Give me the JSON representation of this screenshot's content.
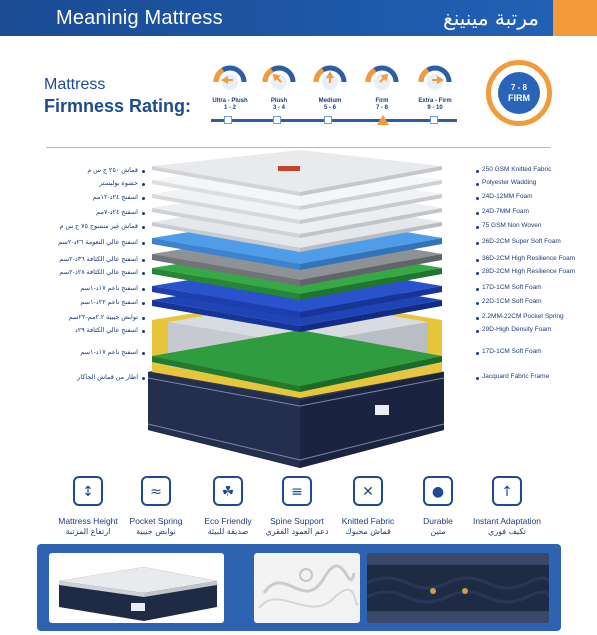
{
  "header": {
    "title": "Meaninig Mattress",
    "title_ar": "مرتبة مينينغ"
  },
  "firmness": {
    "title_line1": "Mattress",
    "title_line2": "Firmness Rating:",
    "scale": [
      {
        "name": "Ultra - Plush",
        "range": "1 - 2"
      },
      {
        "name": "Plush",
        "range": "3 - 4"
      },
      {
        "name": "Medium",
        "range": "5 - 6"
      },
      {
        "name": "Firm",
        "range": "7 - 8"
      },
      {
        "name": "Extra - Firm",
        "range": "9 - 10"
      }
    ],
    "selected_index": 3,
    "badge_value": "7 - 8",
    "badge_label": "FIRM"
  },
  "layers": [
    {
      "en": "250 GSM Knitted Fabric",
      "ar": "قماش ٢٥٠ ج س م"
    },
    {
      "en": "Polyester Wadding",
      "ar": "حشوة بوليستر"
    },
    {
      "en": "24D-12MM Foam",
      "ar": "اسفنج ٢٤د-١٢مم"
    },
    {
      "en": "24D-7MM Foam",
      "ar": "اسفنج ٢٤د-٧مم"
    },
    {
      "en": "75 GSM Non Woven",
      "ar": "قماش غير منسوج ٧٥ ج س م"
    },
    {
      "en": "26D-2CM Super Soft Foam",
      "ar": "اسفنج عالي النعومة ٢٦د-٢سم"
    },
    {
      "en": "36D-2CM High Resilience Foam",
      "ar": "اسفنج عالي الكثافة ٣٦د-٢سم"
    },
    {
      "en": "28D-2CM High Resilience Foam",
      "ar": "اسفنج عالي الكثافة ٢٨د-٢سم"
    },
    {
      "en": "17D-1CM Soft Foam",
      "ar": "اسفنج ناعم ١٧د-١سم"
    },
    {
      "en": "22D-1CM Soft Foam",
      "ar": "اسفنج ناعم ٢٢د-١سم"
    },
    {
      "en": "2.2MM-22CM Pocket Spring",
      "ar": "نوابض جيبية ٢.٢مم-٢٢سم"
    },
    {
      "en": "29D-High Density Foam",
      "ar": "اسفنج عالي الكثافة ٢٩د"
    },
    {
      "en": "17D-1CM Soft Foam",
      "ar": "اسفنج ناعم ١٧د-١سم"
    },
    {
      "en": "Jacquard Fabric Frame",
      "ar": "اطار من قماش الجاكار"
    }
  ],
  "features": [
    {
      "en": "Mattress Height",
      "ar": "ارتفاع المرتبة",
      "icon": "mattress-height-icon"
    },
    {
      "en": "Pocket Spring",
      "ar": "نوابض جيبية",
      "icon": "pocket-spring-icon"
    },
    {
      "en": "Eco Friendly",
      "ar": "صديقة للبيئة",
      "icon": "eco-friendly-icon"
    },
    {
      "en": "Spine Support",
      "ar": "دعم العمود الفقري",
      "icon": "spine-support-icon"
    },
    {
      "en": "Knitted Fabric",
      "ar": "قماش محبوك",
      "icon": "knitted-fabric-icon"
    },
    {
      "en": "Durable",
      "ar": "متين",
      "icon": "durable-icon"
    },
    {
      "en": "Instant Adaptation",
      "ar": "تكيف فوري",
      "icon": "instant-adaptation-icon"
    }
  ],
  "colors": {
    "brand_blue": "#1d4a92",
    "accent_orange": "#f39b3a",
    "gold": "#e7b54a"
  }
}
